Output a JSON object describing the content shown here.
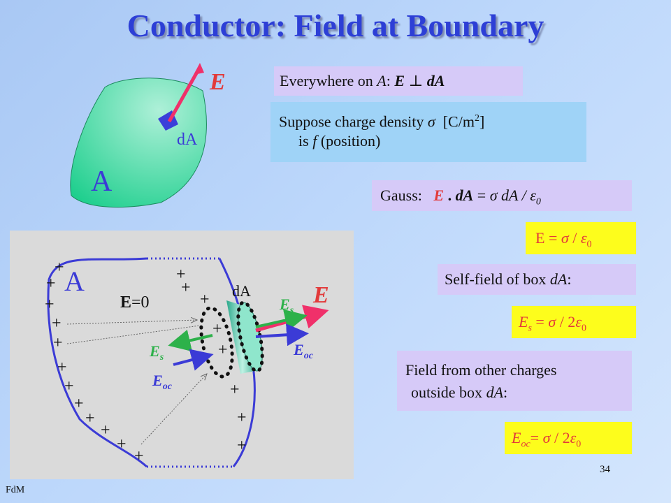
{
  "slide": {
    "title": "Conductor: Field at Boundary",
    "footer_left": "FdM",
    "page_number": "34"
  },
  "top_figure": {
    "label_E": "E",
    "label_dA": "dA",
    "label_A": "A"
  },
  "bottom_figure": {
    "label_A": "A",
    "label_E0_main": "E",
    "label_E0_rest": "=0",
    "label_dA": "dA",
    "label_E": "E",
    "label_Es": "E",
    "label_Es_sub": "s",
    "label_Eoc": "E",
    "label_Eoc_sub": "oc",
    "plus": "+"
  },
  "notes": {
    "everywhere": {
      "text": "Everywhere on ",
      "A": "A",
      "colon": ": ",
      "E": "E",
      "perp": "⊥",
      "dA": "dA"
    },
    "suppose_line1": {
      "text": "Suppose charge density ",
      "sigma": "σ",
      "unit": "[C/m",
      "sup": "2",
      "close": "]"
    },
    "suppose_line2": {
      "is": "is ",
      "f": "f",
      "rest": "(position)"
    },
    "gauss": {
      "label": "Gauss:",
      "E": "E",
      "dot": " . ",
      "dA": "dA",
      "eq": " = ",
      "sigma": "σ",
      "rest": " dA / ",
      "eps": "ε",
      "sub": "0"
    },
    "e_formula": {
      "E": "E",
      "eq": " = ",
      "sigma": "σ",
      "slash": " / ",
      "eps": "ε",
      "sub": "0"
    },
    "self_field": {
      "text": "Self-field of box ",
      "dA": "dA",
      "colon": ":"
    },
    "es_formula": {
      "E": "E",
      "sub_s": "s",
      "eq": " = ",
      "sigma": "σ",
      "slash": " / 2",
      "eps": "ε",
      "sub": "0"
    },
    "other_line1": "Field from other charges",
    "other_line2": {
      "text": "outside box ",
      "dA": "dA",
      "colon": ":"
    },
    "eoc_formula": {
      "E": "E",
      "sub_oc": "oc",
      "eq": "= ",
      "sigma": "σ",
      "slash": " / 2",
      "eps": "ε",
      "sub": "0"
    }
  },
  "colors": {
    "title": "#2d3fd6",
    "blob_light": "#aef0d8",
    "blob_dark": "#1fcf8e",
    "arrow_E": "#f0306a",
    "arrow_Es": "#2db14a",
    "arrow_Eoc": "#3b3bd6",
    "outline": "#3b3bd6",
    "box_lavender": "#d6caf8",
    "box_sky": "#9fd3f7",
    "box_yellow": "#fdfd1c",
    "formula_red": "#e23a3a"
  }
}
